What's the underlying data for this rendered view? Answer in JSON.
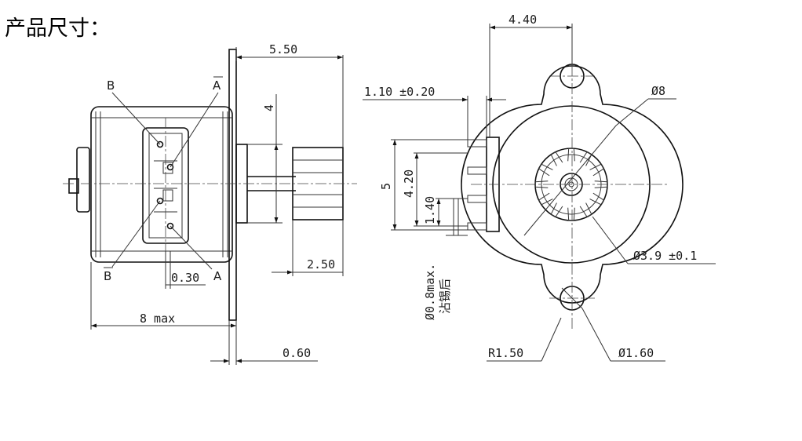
{
  "title": "产品尺寸：",
  "side_view": {
    "label_b": "B",
    "label_a": "A",
    "label_b_bar": "B",
    "label_a_bottom": "A",
    "dim_5_50": "5.50",
    "dim_4": "4",
    "dim_0_30": "0.30",
    "dim_2_50": "2.50",
    "dim_8_max": "8 max",
    "dim_0_60": "0.60"
  },
  "front_view": {
    "dim_4_40": "4.40",
    "dim_1_10": "1.10 ±0.20",
    "dim_phi8": "Ø8",
    "dim_5": "5",
    "dim_4_20": "4.20",
    "dim_1_40": "1.40",
    "dim_phi3_9": "Ø3.9 ±0.1",
    "note_line1": "Ø0.8max.",
    "note_line2": "沾锡后",
    "dim_r1_50": "R1.50",
    "dim_phi1_60": "Ø1.60"
  }
}
